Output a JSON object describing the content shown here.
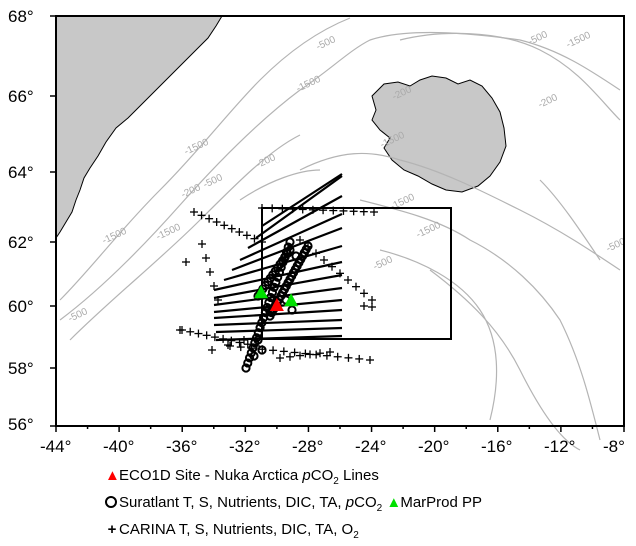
{
  "x_ticks": [
    "-44°",
    "-40°",
    "-36°",
    "-32°",
    "-28°",
    "-24°",
    "-20°",
    "-16°",
    "-12°",
    "-8°"
  ],
  "y_ticks": [
    "68°",
    "66°",
    "64°",
    "62°",
    "60°",
    "58°",
    "56°"
  ],
  "contour_labels": [
    "-500",
    "-1500",
    "-200",
    "-500",
    "-1500",
    "-200",
    "-1500",
    "-1500",
    "-500",
    "-200",
    "-500",
    "-200",
    "-1500",
    "-1500",
    "-1500",
    "-500",
    "-1500",
    "-500"
  ],
  "legend": {
    "eco1d": {
      "pre": "ECO1D Site - Nuka Arctica ",
      "italic": "p",
      "mid": "CO",
      "sub": "2",
      "post": " Lines"
    },
    "suratlant": {
      "pre": "Suratlant T, S, Nutrients, DIC, TA, ",
      "italic": "p",
      "mid": "CO",
      "sub": "2"
    },
    "marprod": {
      "label": "MarProd PP"
    },
    "carina": {
      "pre": "CARINA T, S, Nutrients, DIC, TA, O",
      "sub": "2"
    }
  },
  "colors": {
    "land": "#c8c8c8",
    "contour": "#b4b4b4",
    "eco1d": "#ff0000",
    "marprod": "#00e000"
  },
  "markers": {
    "eco1d": [
      {
        "lon": -30.0,
        "lat": 60.0
      }
    ],
    "marprod": [
      {
        "lon": -31.0,
        "lat": 60.4
      },
      {
        "lon": -29.1,
        "lat": 60.15
      }
    ]
  }
}
